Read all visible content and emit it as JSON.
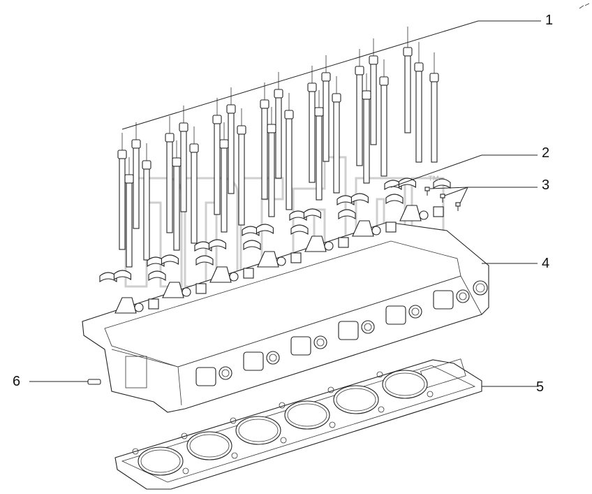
{
  "callouts": [
    {
      "id": "1",
      "text": "1"
    },
    {
      "id": "2",
      "text": "2"
    },
    {
      "id": "3",
      "text": "3"
    },
    {
      "id": "4",
      "text": "4"
    },
    {
      "id": "5",
      "text": "5"
    },
    {
      "id": "6",
      "text": "6"
    }
  ],
  "watermark": "™",
  "colors": {
    "line": "#222222",
    "watermark": "#cfcfcf",
    "background": "#ffffff"
  }
}
